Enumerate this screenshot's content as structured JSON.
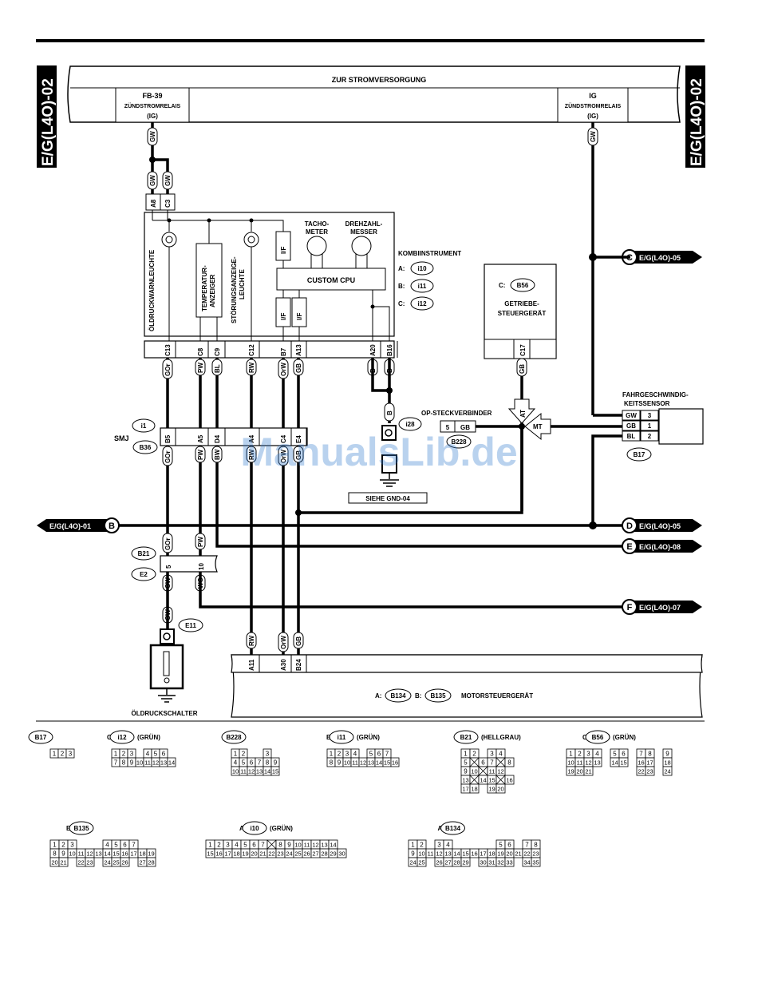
{
  "header": {
    "page_ref": "E/G(L4O)-02",
    "supply_title": "ZUR STROMVERSORGUNG",
    "fuse_left": {
      "id": "FB-39",
      "name": "ZÜNDSTROMRELAIS",
      "tag": "(IG)"
    },
    "fuse_right": {
      "id": "IG",
      "name": "ZÜNDSTROMRELAIS",
      "tag": "(IG)"
    }
  },
  "combination_meter": {
    "title": "KOMBIINSTRUMENT",
    "connectors": [
      {
        "prefix": "A:",
        "id": "i10"
      },
      {
        "prefix": "B:",
        "id": "i11"
      },
      {
        "prefix": "C:",
        "id": "i12"
      }
    ],
    "oil_lamp": "ÖLDRUCKWARNLEUCHTE",
    "temp_gauge": [
      "TEMPERATUR-",
      "ANZEIGER"
    ],
    "fault_lamp": [
      "STÖRUNGSANZEIGE-",
      "LEUCHTE"
    ],
    "tacho": [
      "TACHO-",
      "METER"
    ],
    "rev": [
      "DREHZAHL-",
      "MESSER"
    ],
    "cpu": "CUSTOM CPU",
    "if_label": "I/F",
    "top_pins": [
      "A8",
      "C3"
    ],
    "bottom_pins": [
      "C13",
      "C8",
      "C9",
      "C12",
      "B7",
      "A13",
      "A20",
      "B16"
    ]
  },
  "wires": {
    "gw": "GW",
    "colors": [
      "GOr",
      "PW",
      "BL",
      "RW",
      "OrW",
      "GB",
      "B",
      "B"
    ],
    "smj_lower": [
      "GOr",
      "PW",
      "BW",
      "RW",
      "OrW",
      "GB"
    ],
    "gb": "GB",
    "b": "B",
    "e2_lower": [
      "GW",
      "WG"
    ],
    "e11_wire": "GW",
    "ecm_wires": [
      "RW",
      "OrW",
      "GB"
    ]
  },
  "smj": {
    "label": "SMJ",
    "conn_top": "i1",
    "conn_bottom": "B36",
    "pins": [
      "B5",
      "A5",
      "D4",
      "A4",
      "C4",
      "E4"
    ]
  },
  "b21": {
    "conn": "B21",
    "conn2": "E2",
    "pins": [
      "5",
      "10"
    ]
  },
  "tcm": {
    "prefix": "C:",
    "conn": "B56",
    "name": [
      "GETRIEBE-",
      "STEUERGERÄT"
    ],
    "pin": "C17"
  },
  "option": {
    "label": "OP-STECKVERBINDER",
    "pin": "5",
    "wire": "GB",
    "conn": "B228",
    "at": "AT",
    "mt": "MT"
  },
  "speed_sensor": {
    "title": [
      "FAHRGESCHWINDIG-",
      "KEITSSENSOR"
    ],
    "conn": "B17",
    "rows": [
      [
        "GW",
        "3"
      ],
      [
        "GB",
        "1"
      ],
      [
        "BL",
        "2"
      ]
    ]
  },
  "ground": {
    "conn": "i28",
    "label": "SIEHE GND-04"
  },
  "oil_switch": {
    "conn": "E11",
    "label": "ÖLDRUCKSCHALTER"
  },
  "ecm": {
    "prefix_a": "A:",
    "conn_a": "B134",
    "prefix_b": "B:",
    "conn_b": "B135",
    "name": "MOTORSTEUERGERÄT",
    "pins": [
      "A11",
      "A30",
      "B24"
    ]
  },
  "refs": {
    "b_left": {
      "letter": "B",
      "text": "E/G(L4O)-01"
    },
    "c": {
      "letter": "C",
      "text": "E/G(L4O)-05"
    },
    "d": {
      "letter": "D",
      "text": "E/G(L4O)-05"
    },
    "e": {
      "letter": "E",
      "text": "E/G(L4O)-08"
    },
    "f": {
      "letter": "F",
      "text": "E/G(L4O)-07"
    }
  },
  "watermark": "ManualsLib.de",
  "connector_views": [
    {
      "prefix": "",
      "id": "B17",
      "suffix": "",
      "rows": [
        [
          "1",
          "2",
          "3"
        ]
      ]
    },
    {
      "prefix": "C:",
      "id": "i12",
      "suffix": "(GRÜN)",
      "rows": [
        [
          "1",
          "2",
          "3",
          "",
          "4",
          "5",
          "6"
        ],
        [
          "7",
          "8",
          "9",
          "10",
          "11",
          "12",
          "13",
          "14"
        ]
      ]
    },
    {
      "prefix": "",
      "id": "B228",
      "suffix": "",
      "rows": [
        [
          "1",
          "2",
          "",
          "",
          "3"
        ],
        [
          "4",
          "5",
          "6",
          "7",
          "8",
          "9"
        ],
        [
          "10",
          "11",
          "12",
          "13",
          "14",
          "15"
        ]
      ]
    },
    {
      "prefix": "B:",
      "id": "i11",
      "suffix": "(GRÜN)",
      "rows": [
        [
          "1",
          "2",
          "3",
          "4",
          "",
          "5",
          "6",
          "7"
        ],
        [
          "8",
          "9",
          "10",
          "11",
          "12",
          "13",
          "14",
          "15",
          "16"
        ]
      ]
    },
    {
      "prefix": "",
      "id": "B21",
      "suffix": "(HELLGRAU)",
      "rows": [
        [
          "1",
          "2",
          "",
          "3",
          "4"
        ],
        [
          "5",
          "X",
          "6",
          "7",
          "X",
          "8"
        ],
        [
          "9",
          "10",
          "X",
          "11",
          "12"
        ],
        [
          "13",
          "X",
          "14",
          "15",
          "X",
          "16"
        ],
        [
          "17",
          "18",
          "",
          "19",
          "20"
        ]
      ]
    },
    {
      "prefix": "C:",
      "id": "B56",
      "suffix": "(GRÜN)",
      "rows": [
        [
          "1",
          "2",
          "3",
          "4",
          "",
          "5",
          "6",
          "",
          "7",
          "8",
          "",
          "9"
        ],
        [
          "10",
          "11",
          "12",
          "13",
          "",
          "14",
          "15",
          "",
          "16",
          "17",
          "",
          "18"
        ],
        [
          "19",
          "20",
          "21",
          "",
          "",
          "",
          "",
          "",
          "22",
          "23",
          "",
          "24"
        ]
      ]
    },
    {
      "prefix": "B:",
      "id": "B135",
      "suffix": "",
      "rows": [
        [
          "1",
          "2",
          "3",
          "",
          "",
          "",
          "4",
          "5",
          "6",
          "7"
        ],
        [
          "8",
          "9",
          "10",
          "11",
          "12",
          "13",
          "14",
          "15",
          "16",
          "17",
          "18",
          "19"
        ],
        [
          "20",
          "21",
          "",
          "22",
          "23",
          "",
          "24",
          "25",
          "26",
          "",
          "27",
          "28"
        ]
      ]
    },
    {
      "prefix": "A:",
      "id": "i10",
      "suffix": "(GRÜN)",
      "rows": [
        [
          "1",
          "2",
          "3",
          "4",
          "5",
          "6",
          "7",
          "X",
          "8",
          "9",
          "10",
          "11",
          "12",
          "13",
          "14"
        ],
        [
          "15",
          "16",
          "17",
          "18",
          "19",
          "20",
          "21",
          "22",
          "23",
          "24",
          "25",
          "26",
          "27",
          "28",
          "29",
          "30"
        ]
      ]
    },
    {
      "prefix": "A:",
      "id": "B134",
      "suffix": "",
      "rows": [
        [
          "1",
          "2",
          "",
          "3",
          "4",
          "",
          "",
          "",
          "",
          "",
          "5",
          "6",
          "",
          "7",
          "8"
        ],
        [
          "9",
          "10",
          "11",
          "12",
          "13",
          "14",
          "15",
          "16",
          "17",
          "18",
          "19",
          "20",
          "21",
          "22",
          "23"
        ],
        [
          "24",
          "25",
          "",
          "26",
          "27",
          "28",
          "29",
          "",
          "30",
          "31",
          "32",
          "33",
          "",
          "34",
          "35"
        ]
      ]
    }
  ]
}
